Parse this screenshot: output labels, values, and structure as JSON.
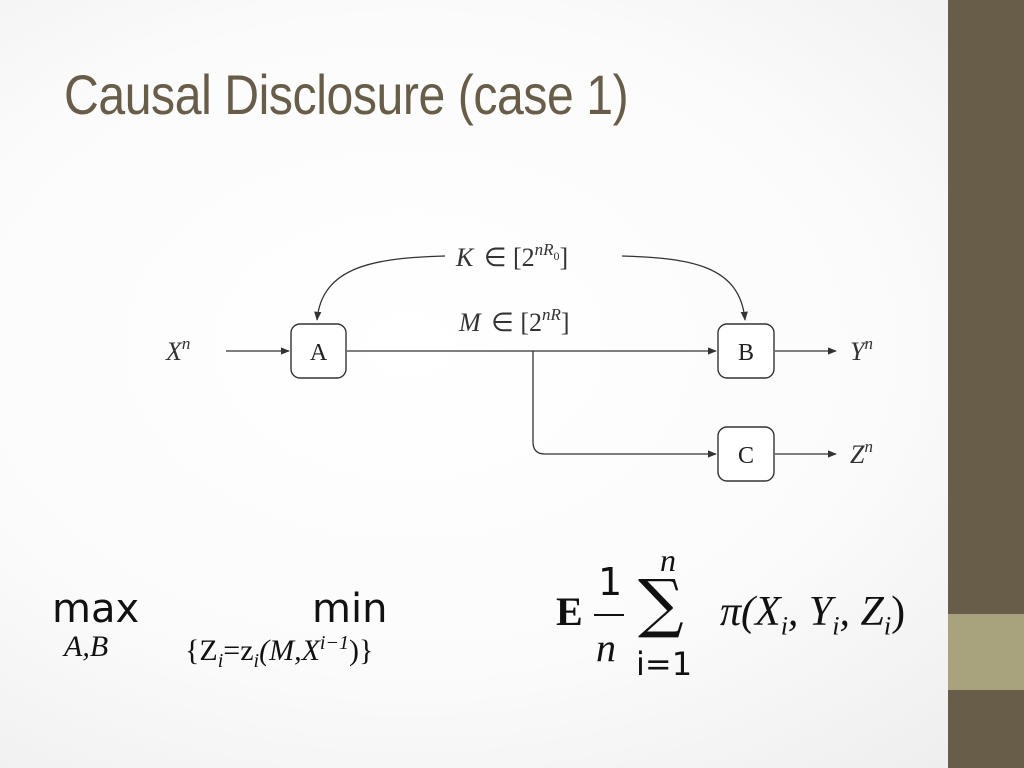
{
  "slide": {
    "title": "Causal Disclosure (case 1)",
    "colors": {
      "sidebar": "#675d49",
      "sidebar_accent": "#a8a27d",
      "title": "#675d49"
    }
  },
  "diagram": {
    "nodes": {
      "a": "A",
      "b": "B",
      "c": "C"
    },
    "input": {
      "var": "X",
      "exp": "n"
    },
    "outputs": {
      "y": {
        "var": "Y",
        "exp": "n"
      },
      "z": {
        "var": "Z",
        "exp": "n"
      }
    },
    "key": {
      "var": "K",
      "rel": "∈ [2",
      "exp": "nR",
      "sub": "0",
      "close": "]"
    },
    "message": {
      "var": "M",
      "rel": "∈ [2",
      "exp": "nR",
      "close": "]"
    }
  },
  "formula": {
    "max": "max",
    "max_sub": "A,B",
    "min": "min",
    "min_sub_open": "{Z",
    "min_sub_i": "i",
    "min_sub_mid": "=z",
    "min_sub_i2": "i",
    "min_sub_args": "(M,X",
    "min_sub_exp": "i−1",
    "min_sub_close": ")}",
    "expect": "E",
    "frac_num": "1",
    "frac_den": "n",
    "sum_symbol": "∑",
    "sum_top": "n",
    "sum_bottom": "i=1",
    "pi_expr": "π(X",
    "pi_i1": "i",
    "pi_y": ", Y",
    "pi_i2": "i",
    "pi_z": ", Z",
    "pi_i3": "i",
    "pi_close": ")"
  }
}
